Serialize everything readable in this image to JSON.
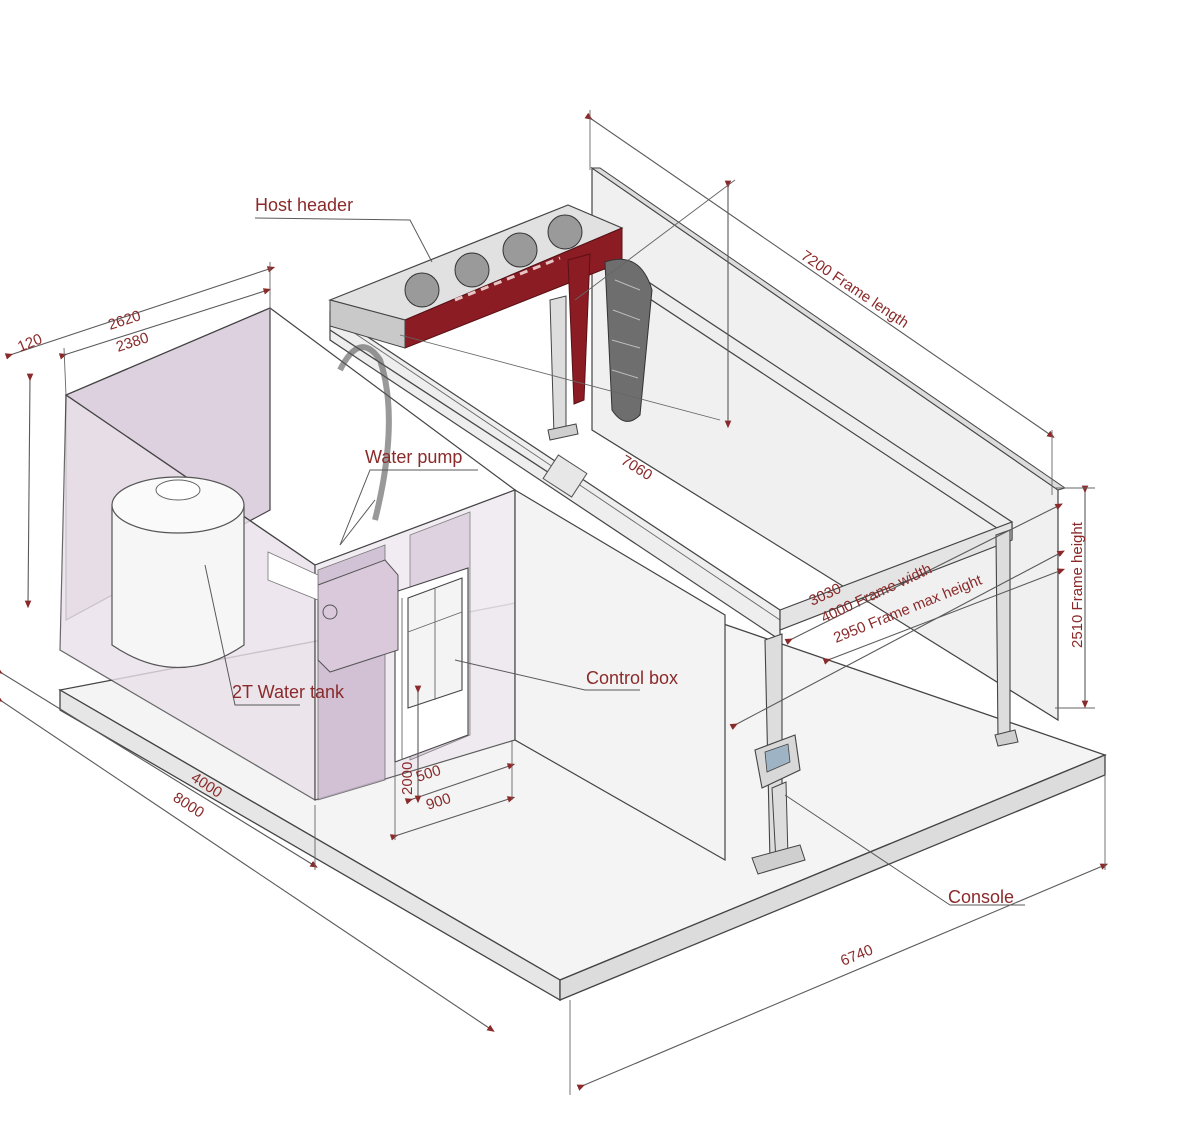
{
  "labels": {
    "host_header": "Host header",
    "water_pump": "Water pump",
    "water_tank": "2T Water tank",
    "control_box": "Control box",
    "console": "Console",
    "frame_length": "7200  Frame length",
    "frame_width": "4000  Frame width",
    "frame_max_height": "2950 Frame max height",
    "frame_height": "2510 Frame height"
  },
  "dimensions": {
    "d120": "120",
    "d2620": "2620",
    "d2380": "2380",
    "d7060": "7060",
    "d3030": "3030",
    "d4000": "4000",
    "d8000": "8000",
    "d2000": "2000",
    "d500": "500",
    "d900": "900",
    "d6740": "6740"
  },
  "colors": {
    "label_text": "#8a2a2a",
    "room_fill": "#e9e1ea",
    "header_red": "#8b1c24",
    "line": "#444444"
  }
}
